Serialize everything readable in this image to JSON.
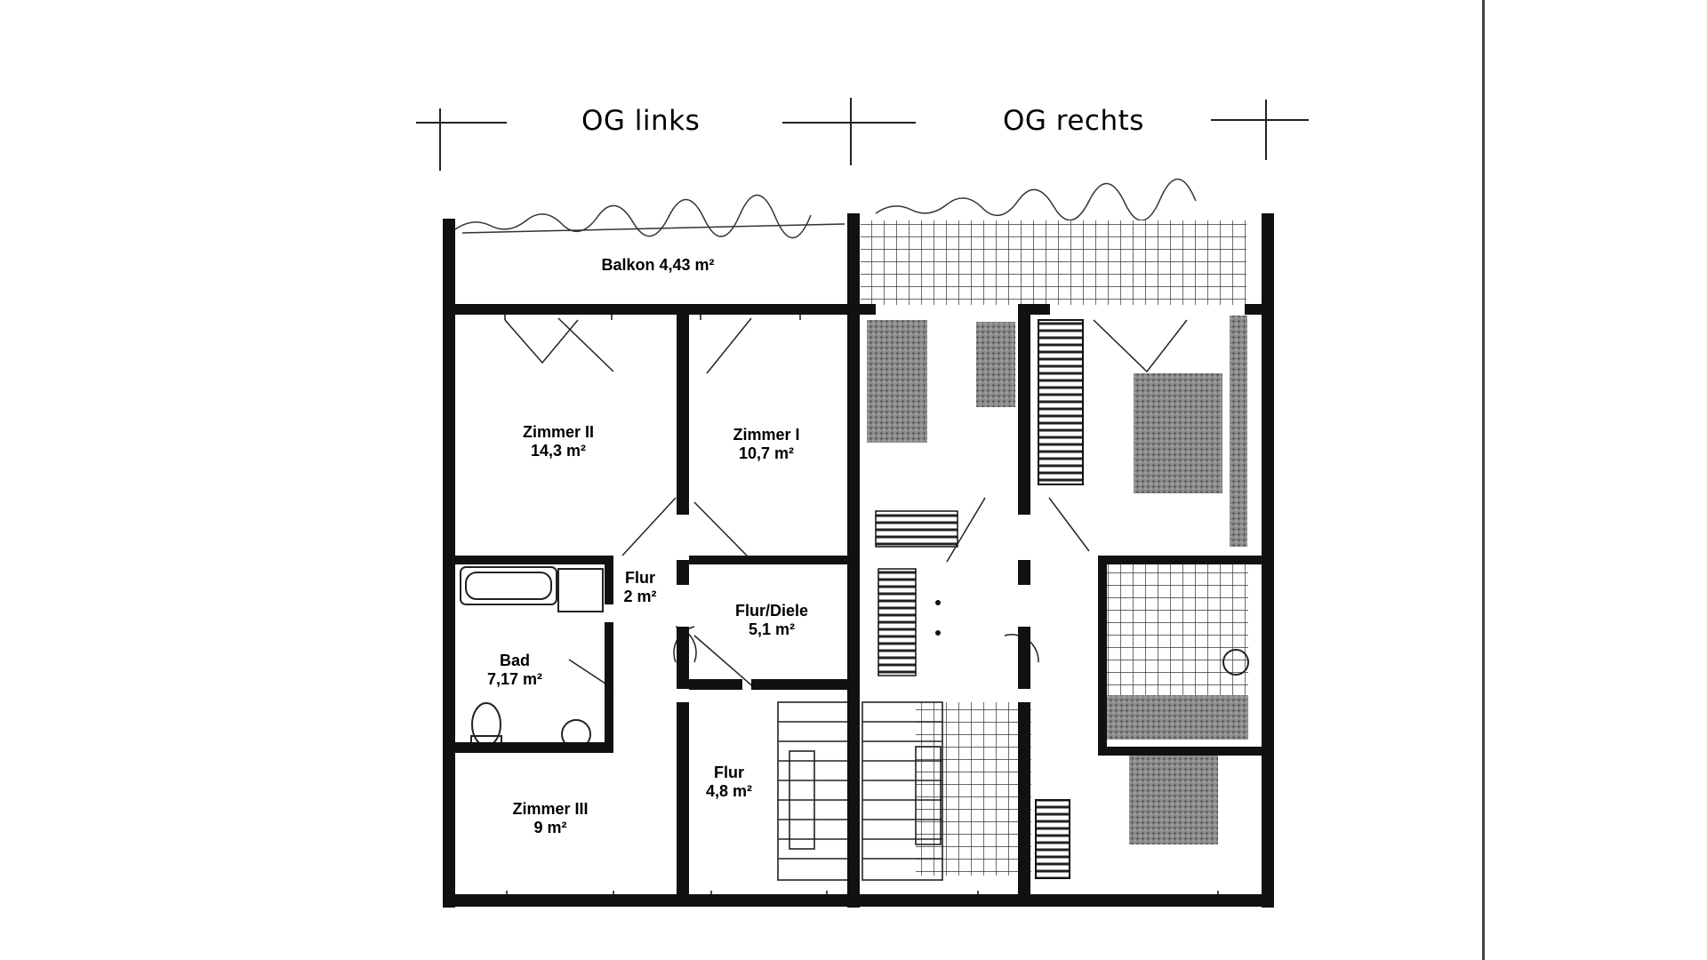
{
  "headings": {
    "left": "OG links",
    "right": "OG rechts"
  },
  "rooms": {
    "balkon": {
      "name": "Balkon 4,43 m²"
    },
    "zimmer2": {
      "name": "Zimmer II",
      "area": "14,3 m²"
    },
    "zimmer1": {
      "name": "Zimmer I",
      "area": "10,7 m²"
    },
    "flur_small": {
      "name": "Flur",
      "area": "2 m²"
    },
    "flur_diele": {
      "name": "Flur/Diele",
      "area": "5,1 m²"
    },
    "bad": {
      "name": "Bad",
      "area": "7,17 m²"
    },
    "flur_lower": {
      "name": "Flur",
      "area": "4,8 m²"
    },
    "zimmer3": {
      "name": "Zimmer III",
      "area": "9 m²"
    }
  },
  "colors": {
    "wall": "#111111",
    "line": "#222222",
    "furniture_fill": "#6a6a6a"
  }
}
